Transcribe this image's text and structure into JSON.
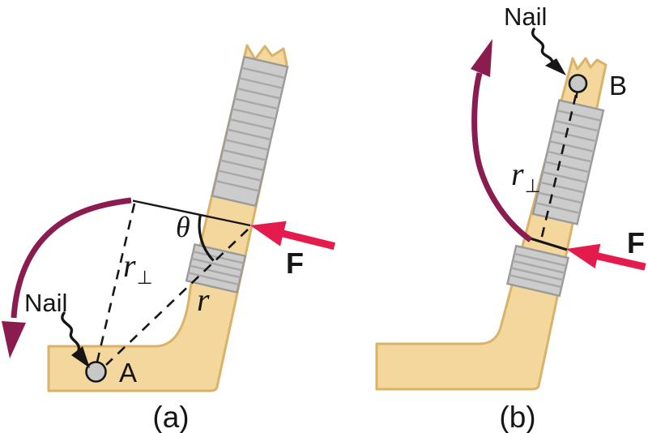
{
  "figure": {
    "colors": {
      "wood": "#f4d79c",
      "woodEdge": "#d8b369",
      "band": "#cccccc",
      "bandEdge": "#9a9a9a",
      "ridge": "#a8a8a8",
      "nailHead": "#c8c8c8",
      "red": "#e41b4d",
      "maroon": "#8a1c4f",
      "ink": "#161616"
    },
    "panel_a": {
      "caption": "(a)",
      "nail_label": "Nail",
      "pivot_label": "A",
      "lever_symbol": "r",
      "lever_sub": "⊥",
      "radius_label": "r",
      "angle_label": "θ",
      "force_label": "F"
    },
    "panel_b": {
      "caption": "(b)",
      "nail_label": "Nail",
      "pivot_label": "B",
      "lever_symbol": "r",
      "lever_sub": "⊥",
      "force_label": "F"
    }
  }
}
